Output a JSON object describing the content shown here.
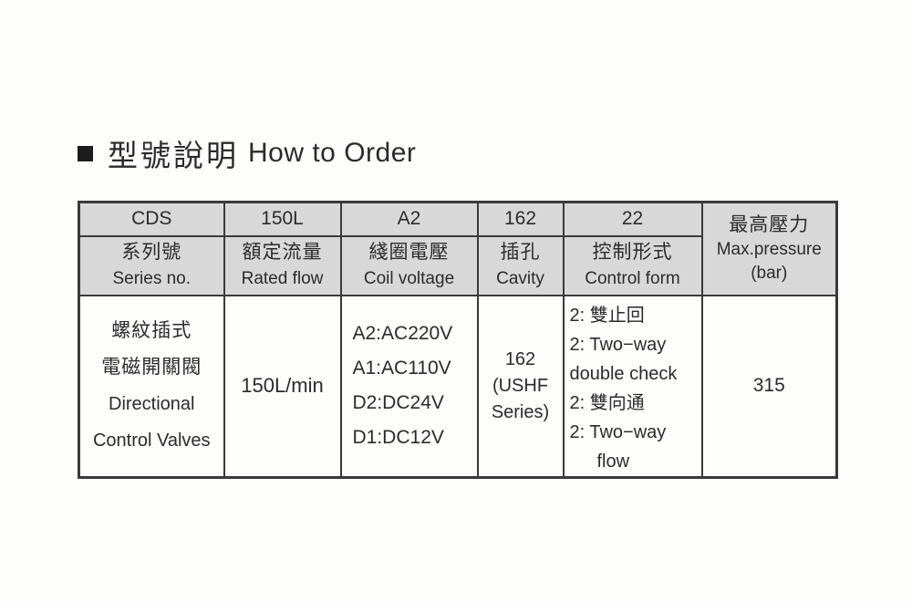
{
  "title": {
    "zh": "型號說明",
    "en": "How to Order"
  },
  "colors": {
    "header_bg": "#d8d8d8",
    "border": "#3a3a3a",
    "text": "#2b2b2b"
  },
  "table": {
    "header_columns": [
      {
        "code": "CDS",
        "zh": "系列號",
        "en": "Series no."
      },
      {
        "code": "150L",
        "zh": "額定流量",
        "en": "Rated flow"
      },
      {
        "code": "A2",
        "zh": "綫圈電壓",
        "en": "Coil voltage"
      },
      {
        "code": "162",
        "zh": "插孔",
        "en": "Cavity"
      },
      {
        "code": "22",
        "zh": "控制形式",
        "en": "Control form"
      }
    ],
    "pressure_header": {
      "zh": "最高壓力",
      "en": "Max.pressure",
      "unit": "(bar)"
    },
    "body": {
      "series": [
        "螺紋插式",
        "電磁開關閥",
        "Directional",
        "Control Valves"
      ],
      "rated_flow": "150L/min",
      "coil_voltages": [
        "A2:AC220V",
        "A1:AC110V",
        "D2:DC24V",
        "D1:DC12V"
      ],
      "cavity": [
        "162",
        "(USHF",
        "Series)"
      ],
      "control_form": [
        "2: 雙止回",
        "2: Two−way",
        "double check",
        "2: 雙向通",
        "2: Two−way",
        "flow"
      ],
      "max_pressure": "315"
    }
  }
}
